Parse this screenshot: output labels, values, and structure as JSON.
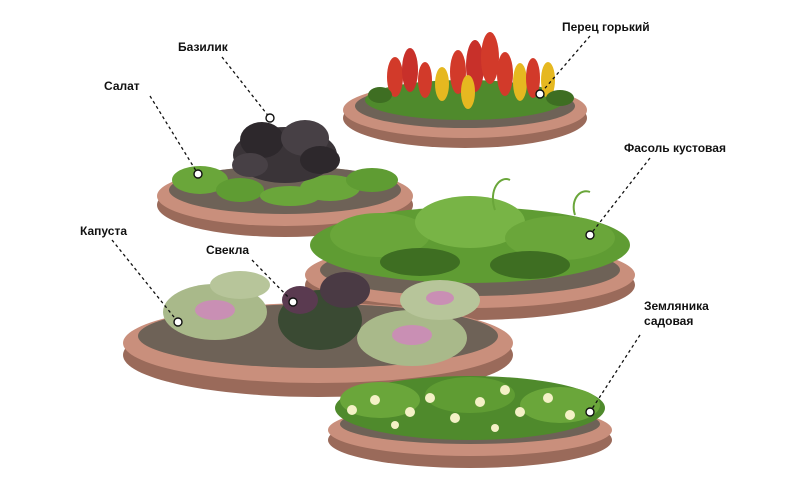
{
  "labels": {
    "pepper": "Перец горький",
    "basil": "Базилик",
    "lettuce": "Салат",
    "bean": "Фасоль кустовая",
    "cabbage": "Капуста",
    "beet": "Свекла",
    "strawberry_line1": "Земляника",
    "strawberry_line2": "садовая"
  },
  "colors": {
    "brick": "#c98f7c",
    "brick_dark": "#9a6a5a",
    "soil": "#6e6257",
    "leaf": "#6aa63a",
    "leaf_dark": "#3e6e22",
    "basil": "#3a3438",
    "cabbage": "#a9b98a",
    "cabbage_center": "#c98fb4",
    "pepper_red": "#d23a2a",
    "pepper_yellow": "#e6b820",
    "flower": "#f4f1c6"
  }
}
